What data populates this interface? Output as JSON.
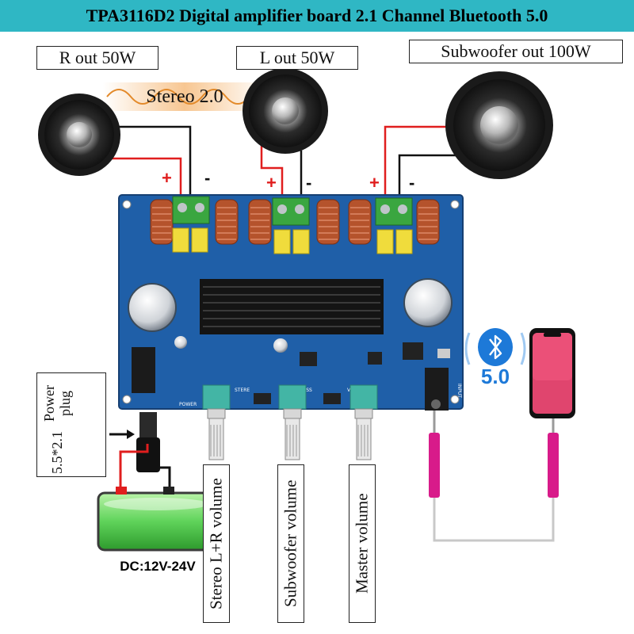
{
  "header": {
    "title": "TPA3116D2 Digital amplifier board 2.1 Channel Bluetooth 5.0"
  },
  "speakers": {
    "right": {
      "label": "R out 50W"
    },
    "left": {
      "label": "L out 50W"
    },
    "sub": {
      "label": "Subwoofer out 100W"
    }
  },
  "stereo_label": "Stereo 2.0",
  "polarity": {
    "plus": "+",
    "minus": "-"
  },
  "knobs": {
    "stereo": "Stereo L+R volume",
    "subwoofer": "Subwoofer volume",
    "master": "Master volume"
  },
  "power": {
    "line1": "5.5*2.1",
    "line2": "Power plug",
    "dc": "DC:12V-24V"
  },
  "bluetooth": {
    "version": "5.0"
  },
  "board_silk": {
    "power": "POWER",
    "stereo": "STERE",
    "bass": "BASS",
    "vol": "VOL",
    "input": "INPUT"
  },
  "colors": {
    "banner": "#2fb7c4",
    "board": "#1f5fa8",
    "wire_red": "#e01e1e",
    "wire_black": "#111111",
    "battery_green": "#5fd35a",
    "cable_pink": "#d81b8a",
    "bluetooth_blue": "#1d79d8"
  }
}
